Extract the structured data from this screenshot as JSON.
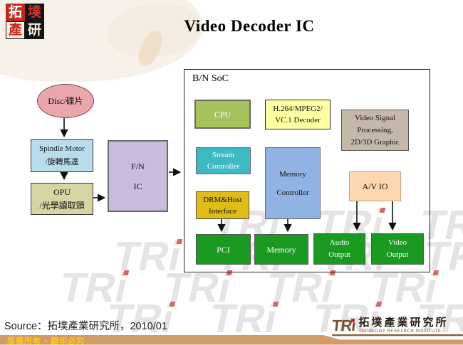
{
  "slide": {
    "title": "Video Decoder IC"
  },
  "logo": {
    "chars": [
      "拓",
      "墣",
      "產",
      "研"
    ]
  },
  "flow": {
    "disc": "Disc/碟片",
    "spindle": {
      "line1": "Spindle Motor",
      "line2": "/旋轉馬達"
    },
    "opu": {
      "line1": "OPU",
      "line2": "/光學讀取頭"
    },
    "fn_ic": {
      "line1": "F/N",
      "line2": "IC"
    }
  },
  "soc": {
    "label": "B/N SoC",
    "cpu": "CPU",
    "decoder": {
      "line1": "H.264/MPEG2/",
      "line2": "VC.1 Decoder"
    },
    "video_signal": {
      "line1": "Video Signal",
      "line2": "Processing,",
      "line3": "2D/3D Graphic"
    },
    "stream": {
      "line1": "Stream",
      "line2": "Controller"
    },
    "memory_controller": {
      "line1": "Memory",
      "line2": "Controller"
    },
    "drm": {
      "line1": "DRM&Host",
      "line2": "Interface"
    },
    "av_io": "A/V IO",
    "pci": "PCI",
    "memory": "Memory",
    "audio_output": {
      "line1": "Audio",
      "line2": "Output"
    },
    "video_output": {
      "line1": "Video",
      "line2": "Output"
    }
  },
  "footer": {
    "source": "Source：拓墣產業研究所，2010/01",
    "copyright": "版權所有 ▪ 翻印必究",
    "tri": {
      "wordmark_tr": "TR",
      "wordmark_i": "ı",
      "cn": "拓墣產業研究所",
      "en": "TOPOLOGY RESEARCH INSTITUTE"
    }
  },
  "watermark": {
    "text": "TRi"
  },
  "colors": {
    "disc_fill": "#eaa6ab",
    "spindle_fill": "#b9dcec",
    "opu_fill": "#d5d5a3",
    "fn_fill": "#c9bade",
    "cpu_fill": "#a5c25b",
    "decoder_fill": "#ffffa2",
    "video_signal_fill": "#c6b8a8",
    "stream_fill": "#3db9c5",
    "memory_controller_fill": "#90b3e3",
    "drm_fill": "#dfbc17",
    "av_io_fill": "#fdd8af",
    "output_green": "#1a9a21",
    "footer_band": "#cf9b67",
    "copyright_text": "#ffcc00",
    "logo_red": "#c4291f"
  }
}
